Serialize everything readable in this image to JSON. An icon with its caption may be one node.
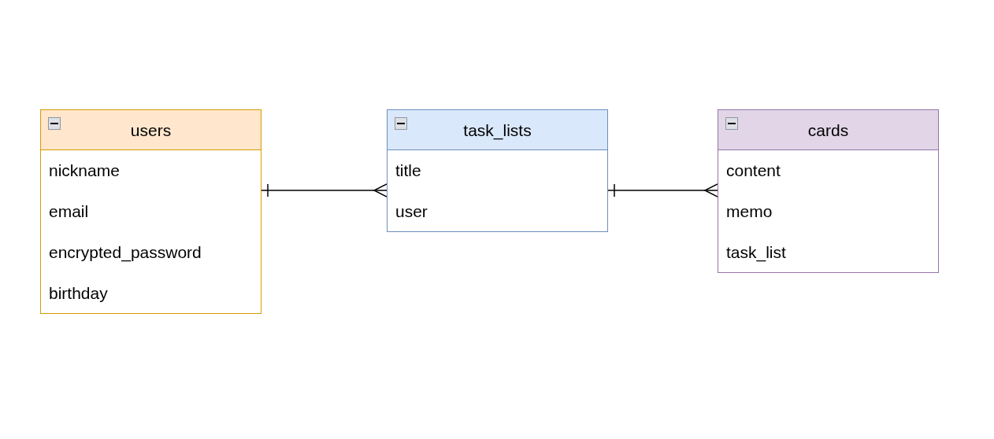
{
  "diagram": {
    "nodes": [
      {
        "text": [
          "users",
          "nickname",
          "email",
          "encrypted_password",
          "birthday"
        ]
      },
      {
        "text": [
          "task_lists",
          "title",
          "user"
        ]
      },
      {
        "text": [
          "cards",
          "content",
          "memo",
          "task_list"
        ]
      }
    ],
    "edges": [
      {
        "from": 0,
        "to": 1,
        "arrow": "other"
      },
      {
        "from": 1,
        "to": 2,
        "arrow": "other"
      }
    ]
  }
}
